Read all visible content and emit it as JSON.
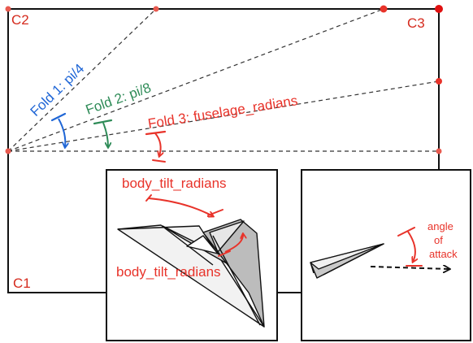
{
  "corners": {
    "c1": "C1",
    "c2": "C2",
    "c3": "C3"
  },
  "folds": [
    {
      "label": "Fold 1: pi/4",
      "color": "#1f66d6"
    },
    {
      "label": "Fold 2: pi/8",
      "color": "#2e8b57"
    },
    {
      "label": "Fold 3: fuselage_radians",
      "color": "#e8332a"
    }
  ],
  "inset_body": {
    "tilt_label_top": "body_tilt_radians",
    "tilt_label_bottom": "body_tilt_radians"
  },
  "inset_aoa": {
    "label_lines": [
      "angle",
      "of",
      "attack"
    ]
  },
  "colors": {
    "annotation": "#e8332a",
    "outline": "#111111",
    "fold_line": "#333333",
    "dot": "#e85a4f"
  },
  "icons": {
    "plane_perspective": "paper-plane-perspective-icon",
    "plane_side": "paper-plane-side-icon"
  }
}
